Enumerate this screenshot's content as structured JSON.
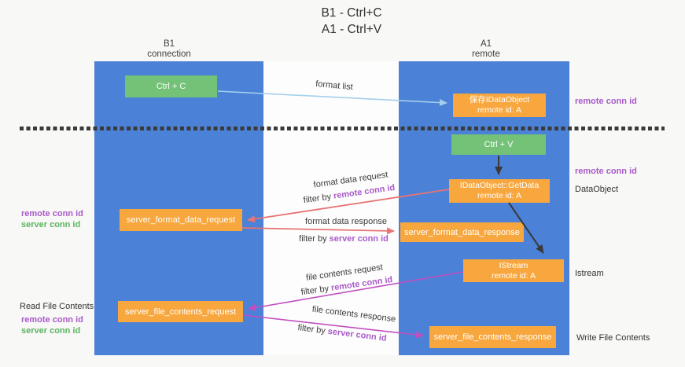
{
  "title": {
    "line1": "B1 - Ctrl+C",
    "line2": "A1 - Ctrl+V"
  },
  "columns": {
    "left": {
      "name": "B1",
      "subtitle": "connection"
    },
    "right": {
      "name": "A1",
      "subtitle": "remote"
    }
  },
  "nodes": {
    "ctrl_c": "Ctrl + C",
    "ctrl_v": "Ctrl + V",
    "save_idataobject": {
      "line1": "保存IDataObject",
      "line2": "remote id: A"
    },
    "getdata": {
      "line1": "IDataObject::GetData",
      "line2": "remote id: A"
    },
    "istream": {
      "line1": "IStream",
      "line2": "remote id: A"
    },
    "server_format_data_request": "server_format_data_request",
    "server_format_data_response": "server_format_data_response",
    "server_file_contents_request": "server_file_contents_request",
    "server_file_contents_response": "server_file_contents_response"
  },
  "arrow_labels": {
    "format_list": "format list",
    "format_data_request": "format data request",
    "format_data_response": "format data response",
    "file_contents_request": "file contents request",
    "file_contents_response": "file contents response",
    "filter_by": "filter by ",
    "remote_conn_id": "remote conn id",
    "server_conn_id": "server conn id"
  },
  "side_labels": {
    "right_top_remote_conn_id": "remote conn id",
    "right_mid_remote_conn_id": "remote conn id",
    "dataobject": "DataObject",
    "istream": "Istream",
    "write_file_contents": "Write File Contents",
    "left_remote_conn_id": "remote conn id",
    "left_server_conn_id": "server conn id",
    "read_file_contents": "Read File Contents",
    "bottom_remote_conn_id": "remote conn id",
    "bottom_server_conn_id": "server conn id"
  },
  "colors": {
    "column_blue": "#4b81d6",
    "node_green": "#74c178",
    "node_orange": "#f7a73e",
    "arrow_blue": "#a5cfed",
    "arrow_red": "#e87474",
    "arrow_magenta": "#c24fc2",
    "arrow_black": "#3a3a3a",
    "text_purple": "#a95ac9",
    "text_green": "#59b55f"
  }
}
